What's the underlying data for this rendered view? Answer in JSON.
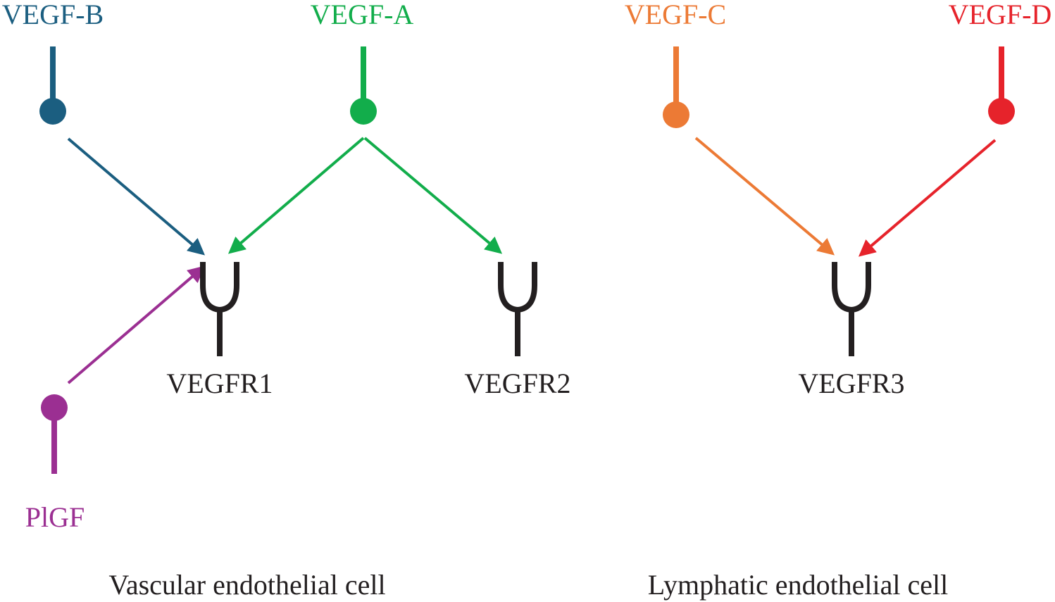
{
  "ligands": {
    "vegf_b": {
      "label": "VEGF-B",
      "color": "#1b5e80"
    },
    "vegf_a": {
      "label": "VEGF-A",
      "color": "#12ad4b"
    },
    "vegf_c": {
      "label": "VEGF-C",
      "color": "#ec7a35"
    },
    "vegf_d": {
      "label": "VEGF-D",
      "color": "#e6232b"
    },
    "plgf": {
      "label": "PlGF",
      "color": "#9b2f92"
    }
  },
  "receptors": {
    "vegfr1": {
      "label": "VEGFR1"
    },
    "vegfr2": {
      "label": "VEGFR2"
    },
    "vegfr3": {
      "label": "VEGFR3"
    }
  },
  "cells": {
    "vascular": "Vascular endothelial cell",
    "lymphatic": "Lymphatic endothelial cell"
  },
  "binding": [
    {
      "from": "VEGF-B",
      "to": "VEGFR1"
    },
    {
      "from": "VEGF-A",
      "to": "VEGFR1"
    },
    {
      "from": "VEGF-A",
      "to": "VEGFR2"
    },
    {
      "from": "PlGF",
      "to": "VEGFR1"
    },
    {
      "from": "VEGF-C",
      "to": "VEGFR3"
    },
    {
      "from": "VEGF-D",
      "to": "VEGFR3"
    }
  ]
}
